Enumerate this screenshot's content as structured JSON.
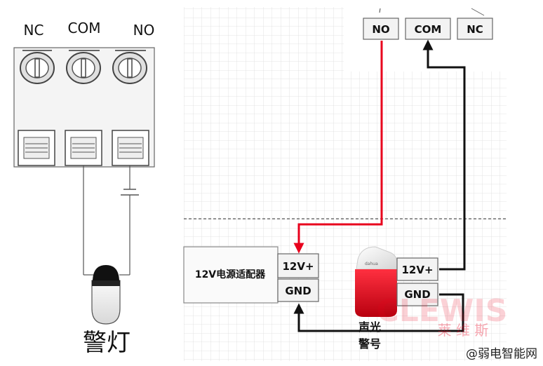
{
  "left_relay": {
    "terminals": [
      "NC",
      "COM",
      "NO"
    ],
    "lamp_label": "警灯"
  },
  "right_relay": {
    "terminals": [
      "NO",
      "COM",
      "NC"
    ]
  },
  "adapter": {
    "label": "12V电源适配器",
    "pin_positive": "12V+",
    "pin_ground": "GND"
  },
  "siren": {
    "label_line1": "声光",
    "label_line2": "警号",
    "pin_positive": "12V+",
    "pin_ground": "GND"
  },
  "watermark": {
    "brand": "CLEWIS",
    "brand_cn": "莱 维 斯",
    "site": "@弱电智能网"
  },
  "colors": {
    "red_wire": "#e8001c",
    "black_wire": "#111111",
    "grid_line": "#d9d9d9"
  }
}
